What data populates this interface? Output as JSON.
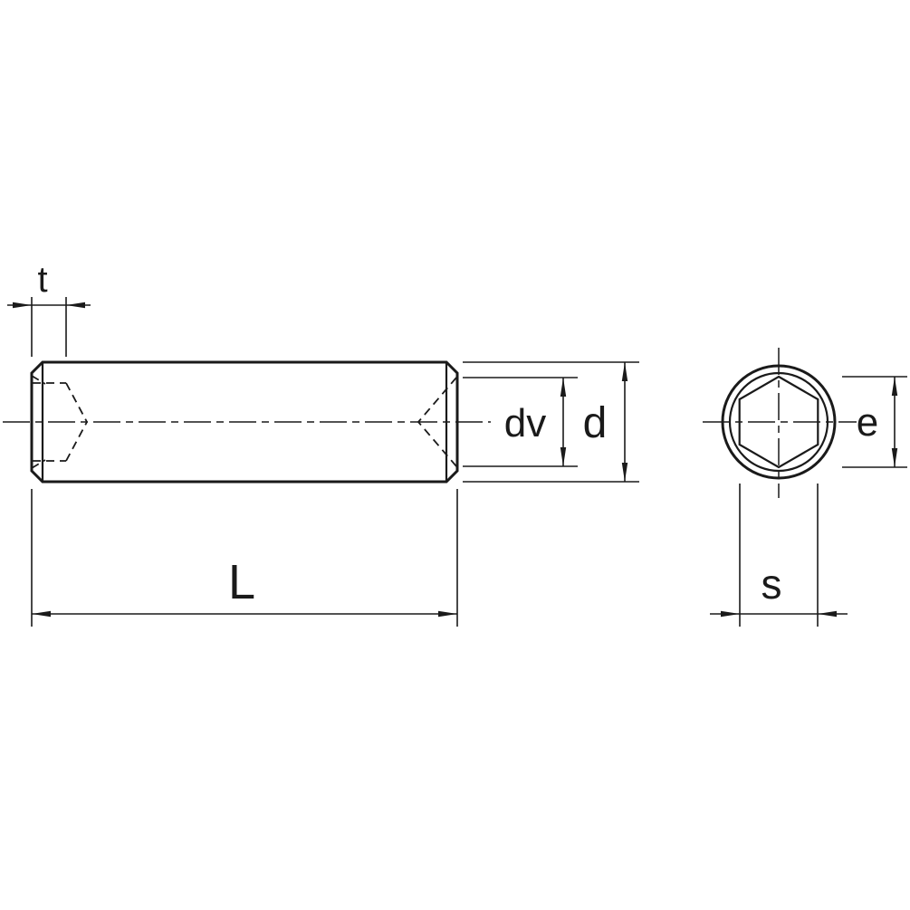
{
  "drawing": {
    "background": "#ffffff",
    "line_color": "#1a1a1a",
    "dimensions": {
      "t": "t",
      "dv": "dv",
      "d": "d",
      "L": "L",
      "e": "e",
      "s": "s"
    }
  }
}
